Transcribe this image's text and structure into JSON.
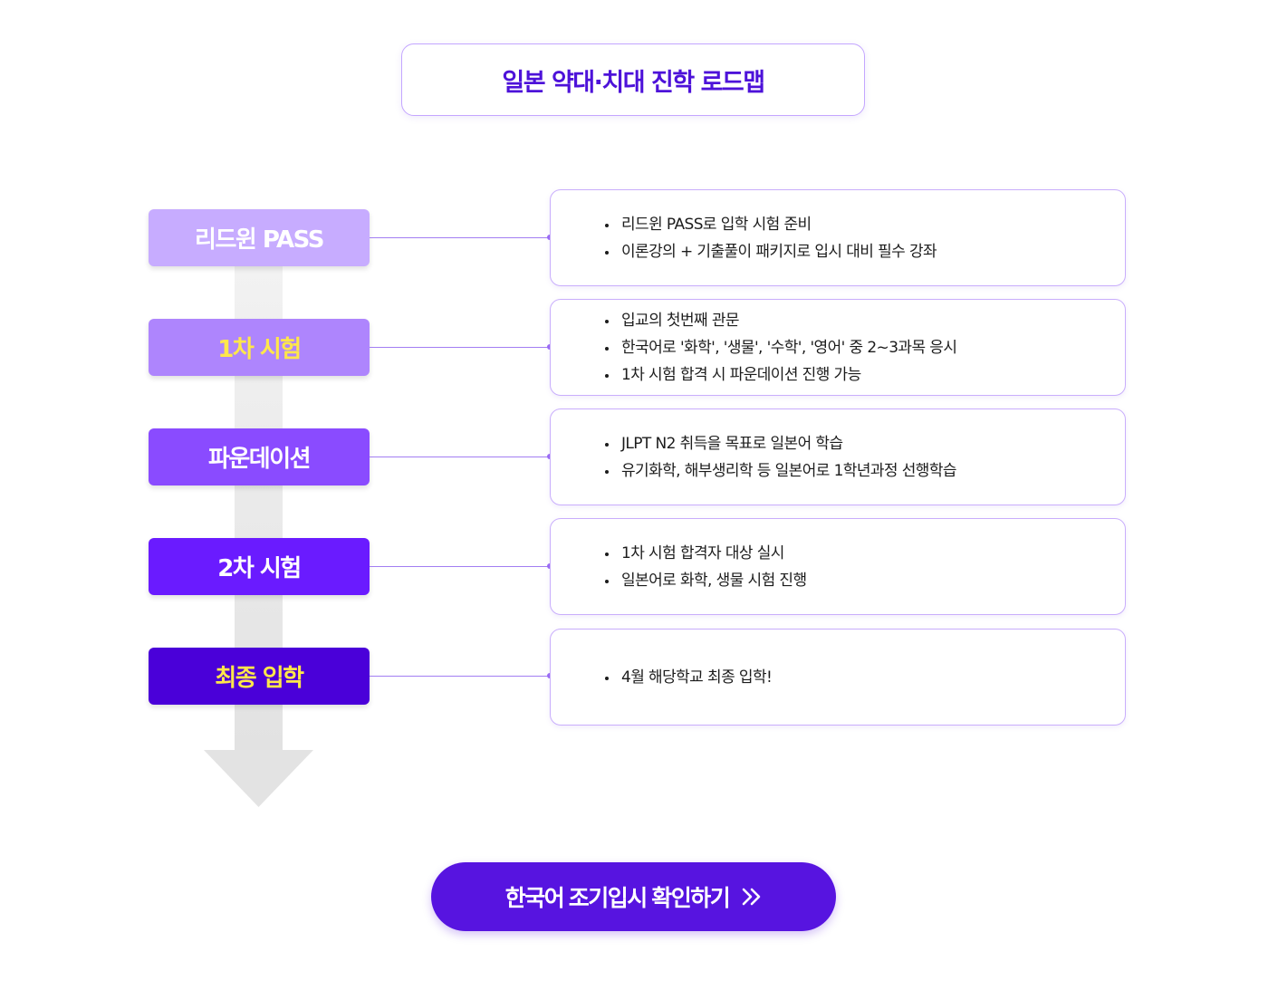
{
  "title": "일본 약대·치대 진학 로드맵",
  "colors": {
    "accent": "#4d12d9",
    "highlight_text": "#ffe74a",
    "card_border": "#c9aefc",
    "connector": "#a27ef2",
    "spine": "#e6e6e6"
  },
  "steps": [
    {
      "label": "리드윈 PASS",
      "bg": "#c7acff",
      "text_color": "#ffffff",
      "bullets": [
        "리드윈 PASS로 입학 시험 준비",
        "이론강의 + 기출풀이 패키지로 입시 대비 필수 강좌"
      ]
    },
    {
      "label": "1차 시험",
      "bg": "#ae85fd",
      "text_color": "#ffe74a",
      "bullets": [
        "입교의 첫번째 관문",
        "한국어로 '화학', '생물', '수학', '영어' 중 2~3과목 응시",
        "1차 시험 합격 시 파운데이션 진행 가능"
      ]
    },
    {
      "label": "파운데이션",
      "bg": "#8a4bff",
      "text_color": "#ffffff",
      "bullets": [
        "JLPT N2 취득을 목표로 일본어 학습",
        "유기화학, 해부생리학 등 일본어로 1학년과정 선행학습"
      ]
    },
    {
      "label": "2차 시험",
      "bg": "#6a1bff",
      "text_color": "#ffffff",
      "bullets": [
        "1차 시험 합격자 대상 실시",
        "일본어로 화학, 생물 시험 진행"
      ]
    },
    {
      "label": "최종 입학",
      "bg": "#4a00d9",
      "text_color": "#ffe74a",
      "bullets": [
        "4월 해당학교 최종 입학!"
      ]
    }
  ],
  "cta": {
    "label": "한국어 조기입시 확인하기",
    "icon": "double-chevron-right-icon"
  }
}
